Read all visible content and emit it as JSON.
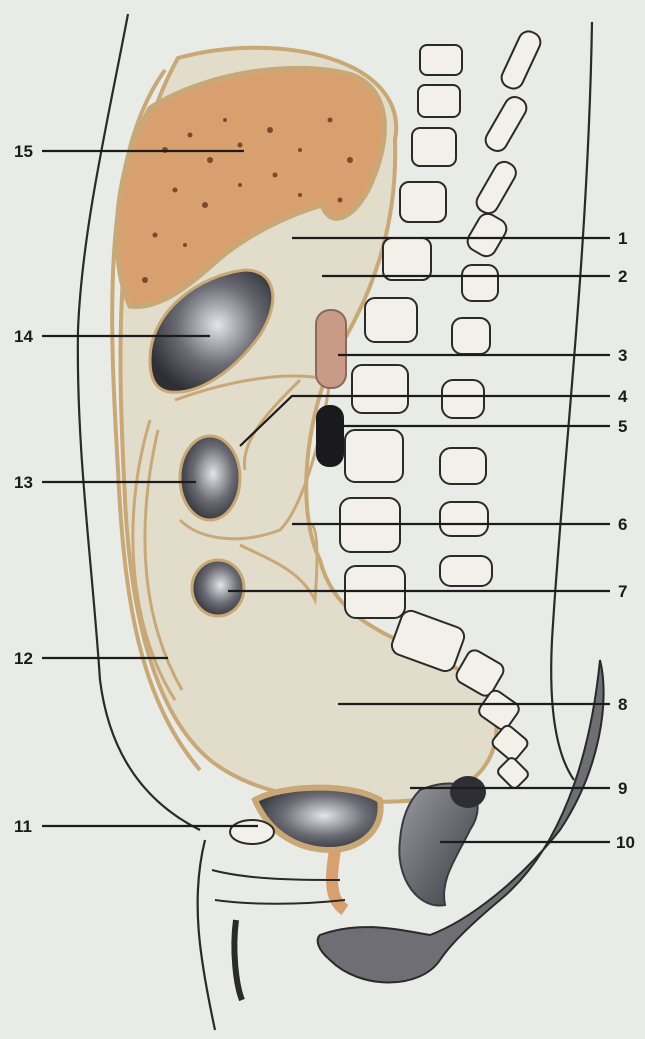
{
  "diagram": {
    "labels": [
      {
        "id": "1",
        "text": "1",
        "side": "right"
      },
      {
        "id": "2",
        "text": "2",
        "side": "right"
      },
      {
        "id": "3",
        "text": "3",
        "side": "right"
      },
      {
        "id": "4",
        "text": "4",
        "side": "right"
      },
      {
        "id": "5",
        "text": "5",
        "side": "right"
      },
      {
        "id": "6",
        "text": "6",
        "side": "right"
      },
      {
        "id": "7",
        "text": "7",
        "side": "right"
      },
      {
        "id": "8",
        "text": "8",
        "side": "right"
      },
      {
        "id": "9",
        "text": "9",
        "side": "right"
      },
      {
        "id": "10",
        "text": "10",
        "side": "right"
      },
      {
        "id": "11",
        "text": "11",
        "side": "left"
      },
      {
        "id": "12",
        "text": "12",
        "side": "left"
      },
      {
        "id": "13",
        "text": "13",
        "side": "left"
      },
      {
        "id": "14",
        "text": "14",
        "side": "left"
      },
      {
        "id": "15",
        "text": "15",
        "side": "left"
      }
    ],
    "colors": {
      "background": "#e9ebe6",
      "peritoneum": "#c9a877",
      "cavity": "#e2dccb",
      "liver": "#d9a06f",
      "organ_dark": "#4a4a52",
      "bone": "#f2f0e8"
    }
  }
}
